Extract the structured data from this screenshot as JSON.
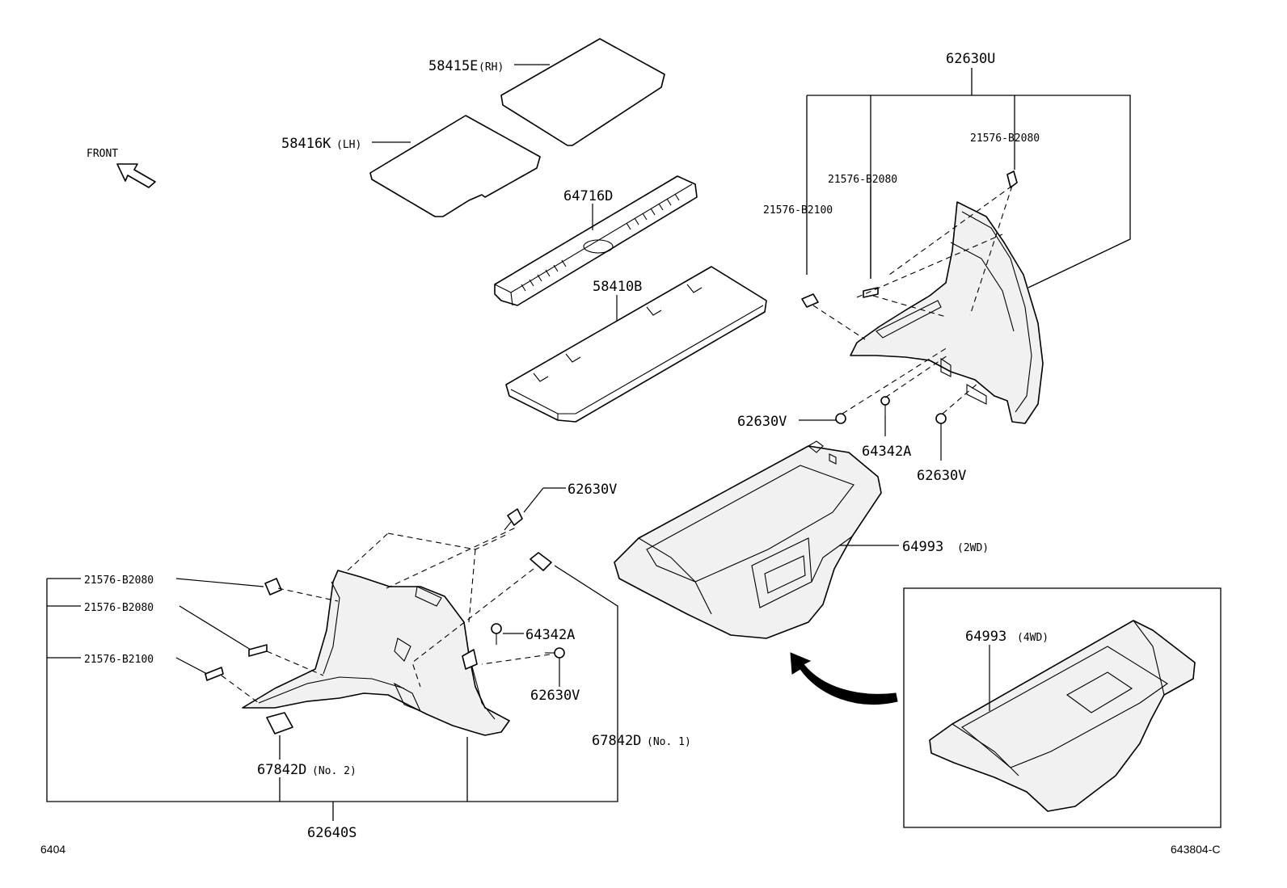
{
  "front": "FRONT",
  "labels": {
    "p58415E": "58415E",
    "p58415E_sfx": "(RH)",
    "p58416K": "58416K",
    "p58416K_sfx": "(LH)",
    "p64716D": "64716D",
    "p58410B": "58410B",
    "p62630U": "62630U",
    "r_21576_B2080_a": "21576-B2080",
    "r_21576_B2080_b": "21576-B2080",
    "r_21576_B2100": "21576-B2100",
    "r_62630V_a": "62630V",
    "r_64342A": "64342A",
    "r_62630V_b": "62630V",
    "p64993_2wd": "64993",
    "p64993_2wd_sfx": "(2WD)",
    "p64993_4wd": "64993",
    "p64993_4wd_sfx": "(4WD)",
    "l_62630V_top": "62630V",
    "l_21576_B2080_a": "21576-B2080",
    "l_21576_B2080_b": "21576-B2080",
    "l_21576_B2100": "21576-B2100",
    "l_64342A": "64342A",
    "l_62630V_mid": "62630V",
    "p67842D_no1": "67842D",
    "p67842D_no1_sfx": "(No. 1)",
    "p67842D_no2": "67842D",
    "p67842D_no2_sfx": "(No. 2)",
    "p62640S": "62640S"
  },
  "footer": {
    "page_left": "6404",
    "page_right": "643804-C"
  }
}
